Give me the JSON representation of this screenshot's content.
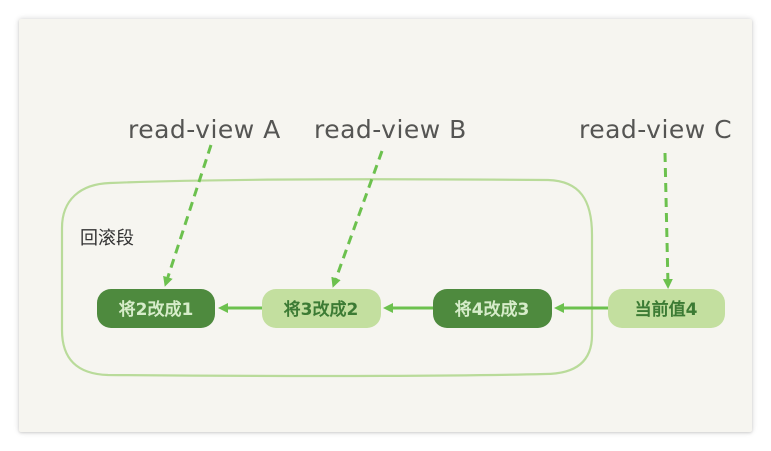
{
  "diagram": {
    "region_label": "回滚段",
    "read_views": [
      {
        "label": "read-view A"
      },
      {
        "label": "read-view B"
      },
      {
        "label": "read-view C"
      }
    ],
    "nodes": [
      {
        "text": "将2改成1",
        "style": "dark"
      },
      {
        "text": "将3改成2",
        "style": "light"
      },
      {
        "text": "将4改成3",
        "style": "dark"
      },
      {
        "text": "当前值4",
        "style": "light"
      }
    ],
    "colors": {
      "dark_node": "#4e8a3e",
      "light_node": "#c3df9f",
      "arrow": "#6cc14e",
      "region_border": "#b9db9a",
      "background": "#f6f5f0"
    }
  }
}
